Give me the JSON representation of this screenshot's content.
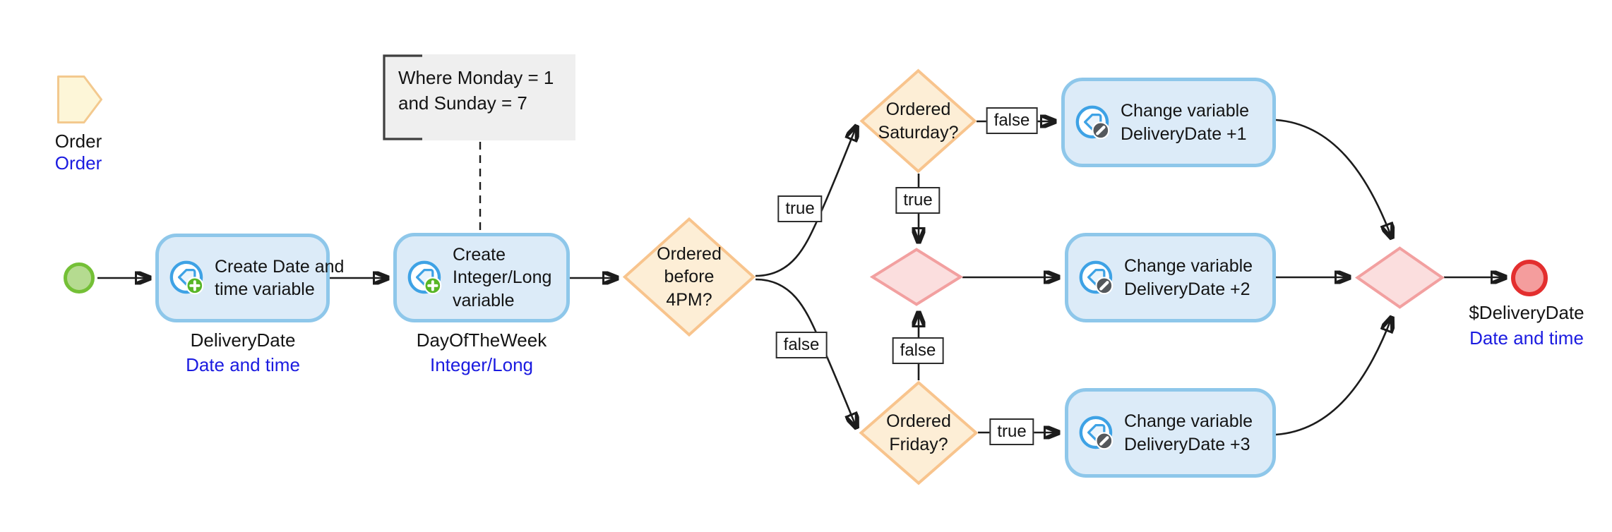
{
  "legend": {
    "name": "Order",
    "type": "Order"
  },
  "note": {
    "text": "Where Monday = 1\nand Sunday = 7"
  },
  "nodes": {
    "create_date": {
      "label": "Create Date and\ntime variable",
      "var_name": "DeliveryDate",
      "var_type": "Date and time"
    },
    "create_int": {
      "label": "Create\nInteger/Long\nvariable",
      "var_name": "DayOfTheWeek",
      "var_type": "Integer/Long"
    },
    "decision_4pm": {
      "label": "Ordered\nbefore\n4PM?"
    },
    "decision_saturday": {
      "label": "Ordered\nSaturday?"
    },
    "decision_friday": {
      "label": "Ordered\nFriday?"
    },
    "change_plus1": {
      "label": "Change variable\nDeliveryDate +1"
    },
    "change_plus2": {
      "label": "Change variable\nDeliveryDate +2"
    },
    "change_plus3": {
      "label": "Change variable\nDeliveryDate +3"
    },
    "end_event": {
      "var_name": "$DeliveryDate",
      "var_type": "Date and time"
    }
  },
  "edge_labels": {
    "t4pm_true": "true",
    "t4pm_false": "false",
    "sat_false": "false",
    "sat_true": "true",
    "fri_false": "false",
    "fri_true": "true"
  },
  "colors": {
    "task_fill": "#dcebf8",
    "task_border": "#8ec7ea",
    "decision_fill": "#fdeed6",
    "decision_border": "#f8c48d",
    "merge_fill": "#fbdede",
    "merge_border": "#f2a0a0",
    "start_fill": "#b5db90",
    "start_border": "#74c036",
    "end_fill": "#f49d9d",
    "end_border": "#e32e2e",
    "type_text": "#1b1be0",
    "note_fill": "#efefef",
    "pentagon_fill": "#fdf6d8",
    "pentagon_border": "#f3c98e",
    "badge_create": "#58b627",
    "badge_change": "#54585c",
    "icon_blue": "#3ea2e5"
  }
}
